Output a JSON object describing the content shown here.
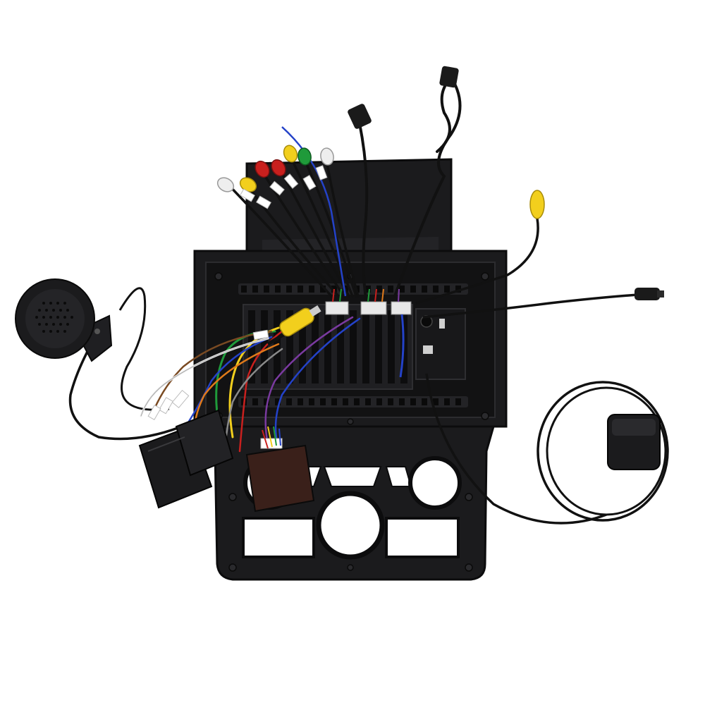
{
  "scene": {
    "subject": "car-stereo-head-unit-with-wiring-kit",
    "background": "#ffffff"
  },
  "colors": {
    "housing": "#1b1b1d",
    "housing_edge": "#0c0c0d",
    "housing_highlight": "#38383b",
    "cable_black": "#111111",
    "rca_yellow": "#f2cf1d",
    "rca_red": "#c8201e",
    "rca_white": "#eeeeee",
    "rca_green": "#1f9a3a",
    "wire_blue": "#2442c8",
    "wire_orange": "#e07a1a",
    "wire_brown": "#7a4a22",
    "wire_purple": "#7a3aa0",
    "wire_grey": "#8a8a8a",
    "canbus_brown": "#3a201a"
  },
  "components": [
    {
      "id": "head-unit-frame",
      "icon": "stereo-chassis-icon"
    },
    {
      "id": "dash-bezel",
      "icon": "bezel-frame-icon"
    },
    {
      "id": "speaker",
      "icon": "speaker-icon"
    },
    {
      "id": "gps-antenna",
      "icon": "gps-antenna-icon"
    },
    {
      "id": "rca-bundle",
      "icon": "rca-plug-icon"
    },
    {
      "id": "usb-cable",
      "icon": "usb-cable-icon"
    },
    {
      "id": "power-harness",
      "icon": "wire-harness-icon"
    },
    {
      "id": "canbus-box",
      "icon": "canbus-decoder-icon"
    },
    {
      "id": "camera-rca",
      "icon": "rca-plug-icon"
    },
    {
      "id": "antenna-lead",
      "icon": "antenna-plug-icon"
    }
  ]
}
